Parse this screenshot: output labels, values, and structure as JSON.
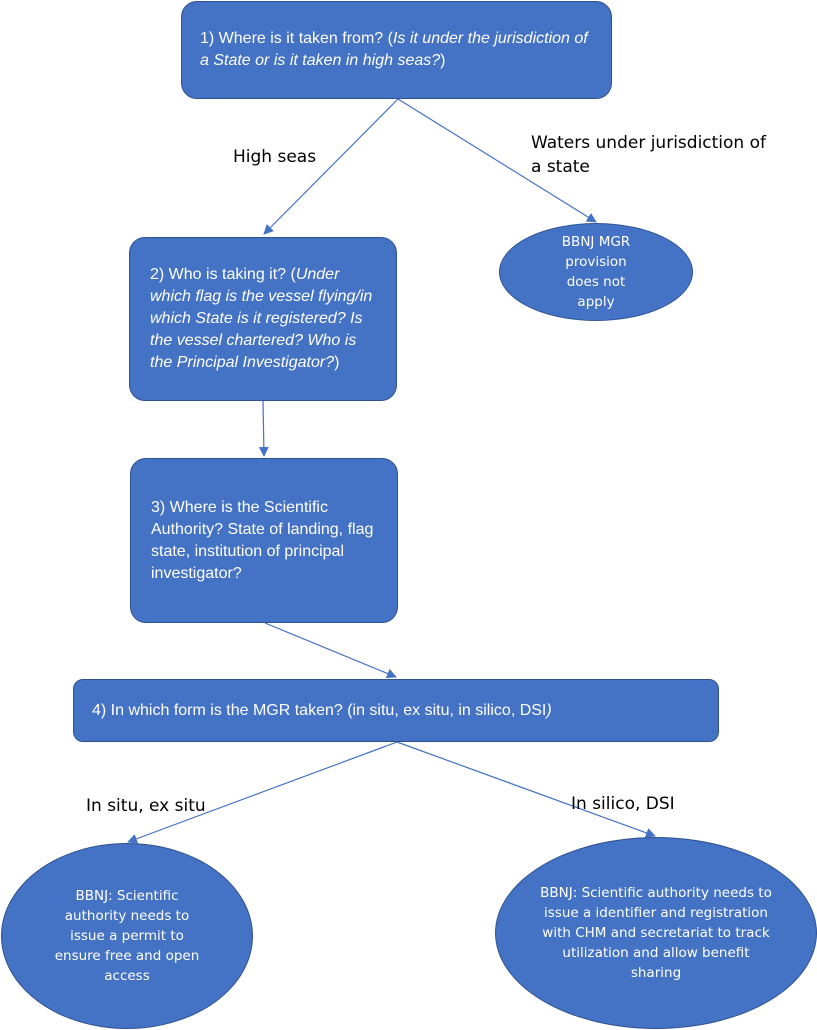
{
  "nodes": {
    "q1": {
      "lead": "1) Where is it taken  from? (",
      "italic": "Is it under the jurisdiction of a State or is it taken in high seas?",
      "tail": ")"
    },
    "q2": {
      "lead": "2) Who is taking it? (",
      "italic": "Under which flag is the vessel flying/in which State is it registered? Is the vessel chartered? Who is the Principal Investigator?",
      "tail": ")"
    },
    "q3": {
      "text": "3) Where is the Scientific Authority?  State of landing, flag state, institution of principal investigator?"
    },
    "q4": {
      "lead": "4) In which  form is the MGR taken?  (in situ, ex situ, in silico, DSI",
      "italic": ")"
    },
    "no_apply": {
      "text": "BBNJ MGR provision does not apply"
    },
    "permit": {
      "text": "BBNJ: Scientific authority needs to issue a permit to ensure free and open access"
    },
    "identifier": {
      "text": "BBNJ: Scientific authority needs to issue a identifier and registration with CHM and secretariat to track utilization and allow benefit sharing"
    }
  },
  "edge_labels": {
    "high_seas": "High seas",
    "jurisdiction": "Waters under jurisdiction of a state",
    "in_situ": "In situ, ex situ",
    "in_silico": "In silico, DSI"
  },
  "colors": {
    "node_fill": "#4472C4",
    "node_border": "#2F528F",
    "connector": "#4472C4",
    "node_text": "#FFFFFF",
    "label_text": "#000000"
  }
}
